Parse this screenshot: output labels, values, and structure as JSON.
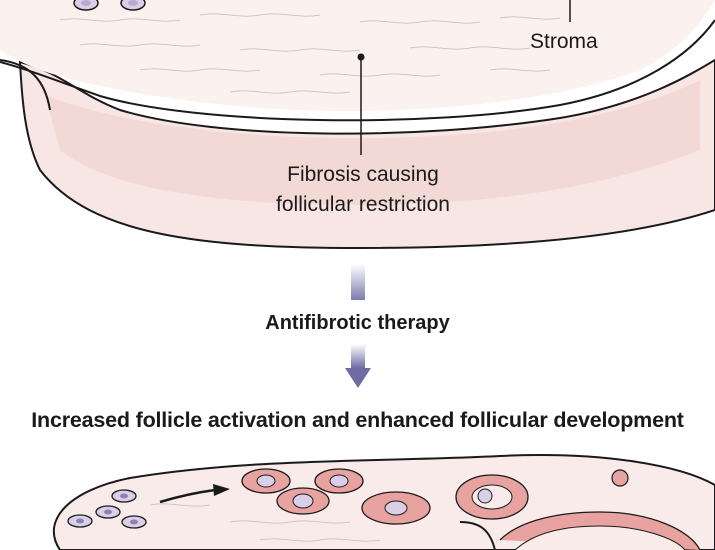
{
  "labels": {
    "stroma": "Stroma",
    "fibrosis_line1": "Fibrosis causing",
    "fibrosis_line2": "follicular restriction",
    "therapy": "Antifibrotic therapy",
    "heading": "Increased follicle activation and enhanced follicular development"
  },
  "colors": {
    "tissue_fill": "#f7e8e6",
    "tissue_edge": "#efcfcc",
    "follicle_fill": "#e8a3a0",
    "oocyte_fill": "#b9a9d3",
    "arrow": "#8a87b4",
    "outline": "#1a1a1a"
  }
}
